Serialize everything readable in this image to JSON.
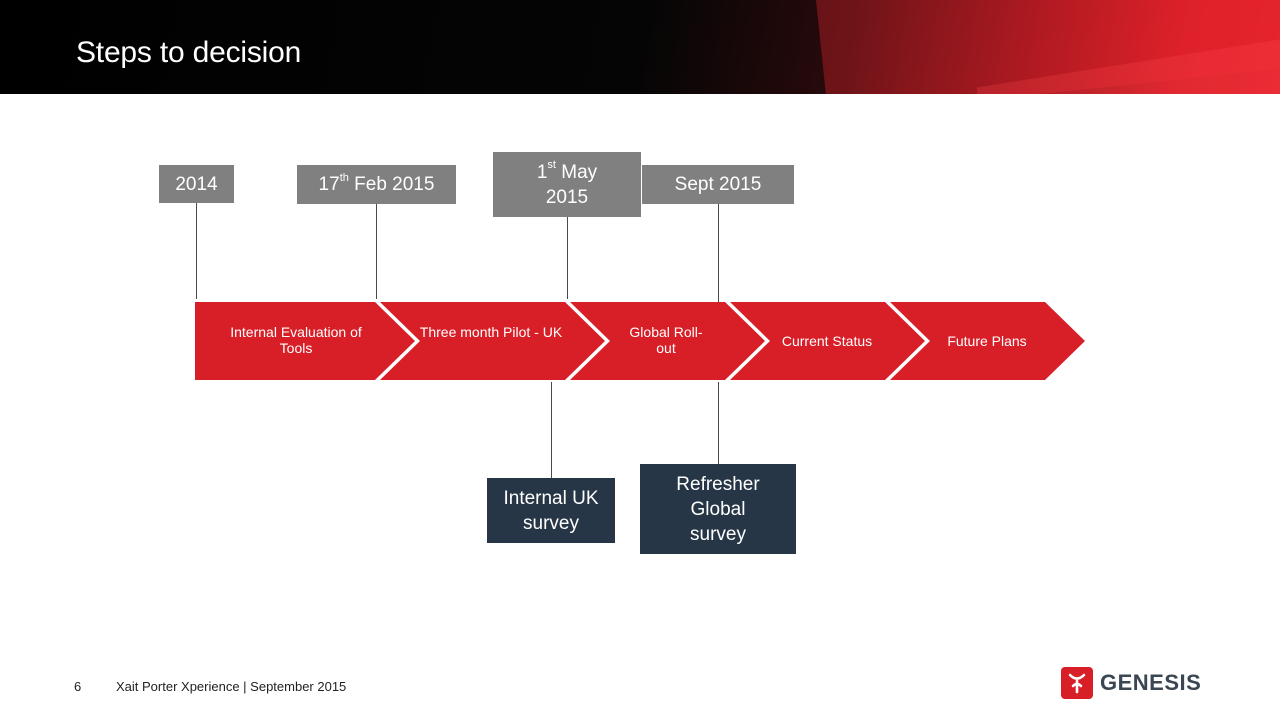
{
  "header": {
    "title": "Steps to decision"
  },
  "dates": [
    {
      "main": "2014",
      "sup": "",
      "rest": ""
    },
    {
      "main": "17",
      "sup": "th",
      "rest": " Feb 2015"
    },
    {
      "main": "1",
      "sup": "st",
      "rest": " May 2015"
    },
    {
      "main": "Sept 2015",
      "sup": "",
      "rest": ""
    }
  ],
  "steps": [
    {
      "label": "Internal Evaluation of Tools"
    },
    {
      "label": "Three month Pilot - UK"
    },
    {
      "label": "Global Roll-out"
    },
    {
      "label": "Current Status"
    },
    {
      "label": "Future Plans"
    }
  ],
  "surveys": [
    {
      "label": "Internal UK survey"
    },
    {
      "label": "Refresher Global survey"
    }
  ],
  "colors": {
    "chevron": "#d81e27",
    "date_box": "#808080",
    "survey_box": "#263646"
  },
  "footer": {
    "page_number": "6",
    "text": "Xait Porter Xperience | September 2015"
  },
  "logo": {
    "wordmark": "GENESIS",
    "icon": "genesis-logo-icon"
  }
}
